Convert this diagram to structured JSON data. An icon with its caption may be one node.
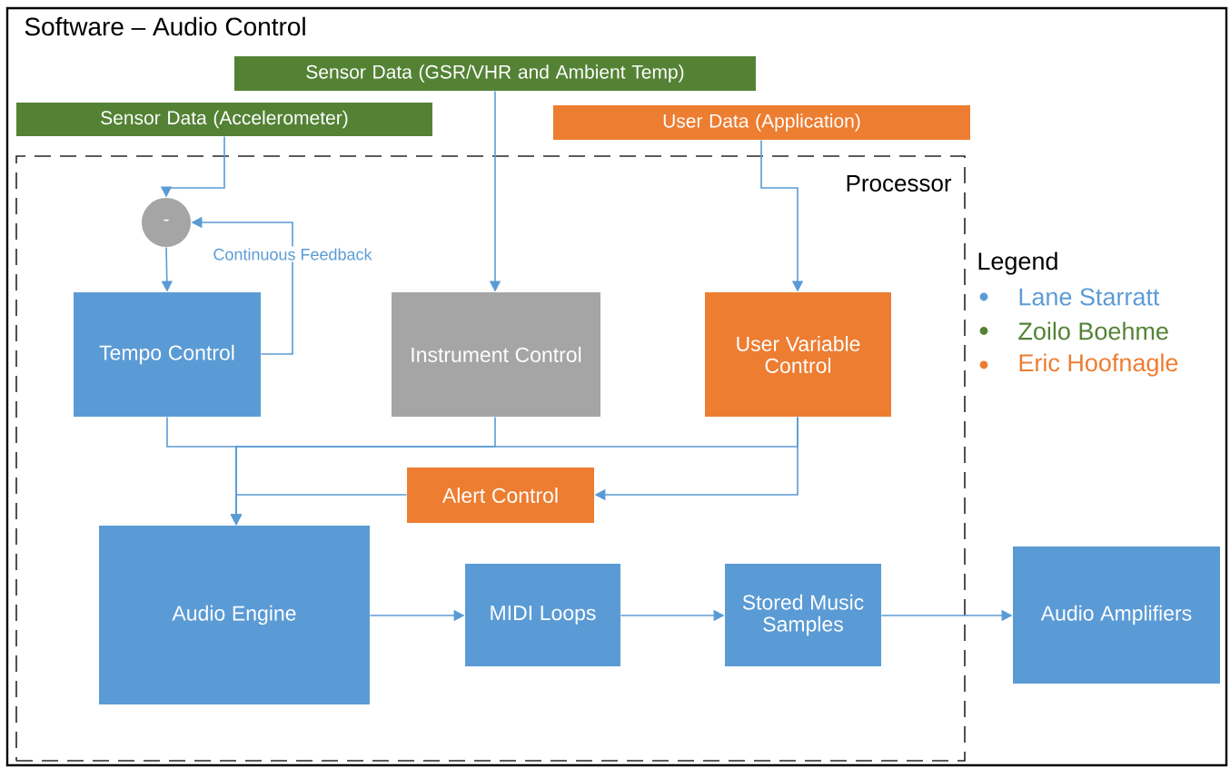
{
  "diagram": {
    "nodes": [
      {
        "text": [
          "Software – Audio Control"
        ]
      },
      {
        "text": [
          "Sensor Data (GSR/VHR and Ambient Temp)"
        ],
        "in": 0
      },
      {
        "text": [
          "Sensor Data (Accelerometer)"
        ],
        "in": 0
      },
      {
        "text": [
          "User Data (Application)"
        ],
        "in": 0
      },
      {
        "text": [
          "Processor"
        ],
        "in": 0
      },
      {
        "text": [
          "-"
        ],
        "in": 4
      },
      {
        "text": [
          "Tempo Control"
        ],
        "in": 4
      },
      {
        "text": [
          "Instrument Control"
        ],
        "in": 4
      },
      {
        "text": [
          "User Variable Control"
        ],
        "in": 4
      },
      {
        "text": [
          "Alert Control"
        ],
        "in": 4
      },
      {
        "text": [
          "Audio Engine"
        ],
        "in": 4
      },
      {
        "text": [
          "MIDI Loops"
        ],
        "in": 4
      },
      {
        "text": [
          "Stored Music Samples"
        ],
        "in": 4
      },
      {
        "text": [
          "Audio Amplifiers"
        ],
        "in": 0
      }
    ],
    "edges": [
      {
        "from": 2,
        "to": 5,
        "arrow": "to"
      },
      {
        "from": 5,
        "to": 6,
        "arrow": "to"
      },
      {
        "from": 6,
        "to": 5,
        "arrow": "to",
        "label": "Continuous Feedback"
      },
      {
        "from": 1,
        "to": 7,
        "arrow": "to"
      },
      {
        "from": 3,
        "to": 8,
        "arrow": "to"
      },
      {
        "from": 6,
        "to": 10,
        "arrow": "to"
      },
      {
        "from": 7,
        "to": 10,
        "arrow": "to"
      },
      {
        "from": 8,
        "to": 10,
        "arrow": "to"
      },
      {
        "from": 8,
        "to": 9,
        "arrow": "to"
      },
      {
        "from": 9,
        "to": 10,
        "arrow": "to"
      },
      {
        "from": 10,
        "to": 11,
        "arrow": "to"
      },
      {
        "from": 11,
        "to": 12,
        "arrow": "to"
      },
      {
        "from": 12,
        "to": 13,
        "arrow": "to"
      }
    ],
    "labels": [
      "Legend"
    ],
    "legend": [
      {
        "text": "Lane Starratt",
        "color": "#5b9bd5"
      },
      {
        "text": "Zoilo Boehme",
        "color": "#548235"
      },
      {
        "text": "Eric Hoofnagle",
        "color": "#ed7d31"
      }
    ]
  }
}
